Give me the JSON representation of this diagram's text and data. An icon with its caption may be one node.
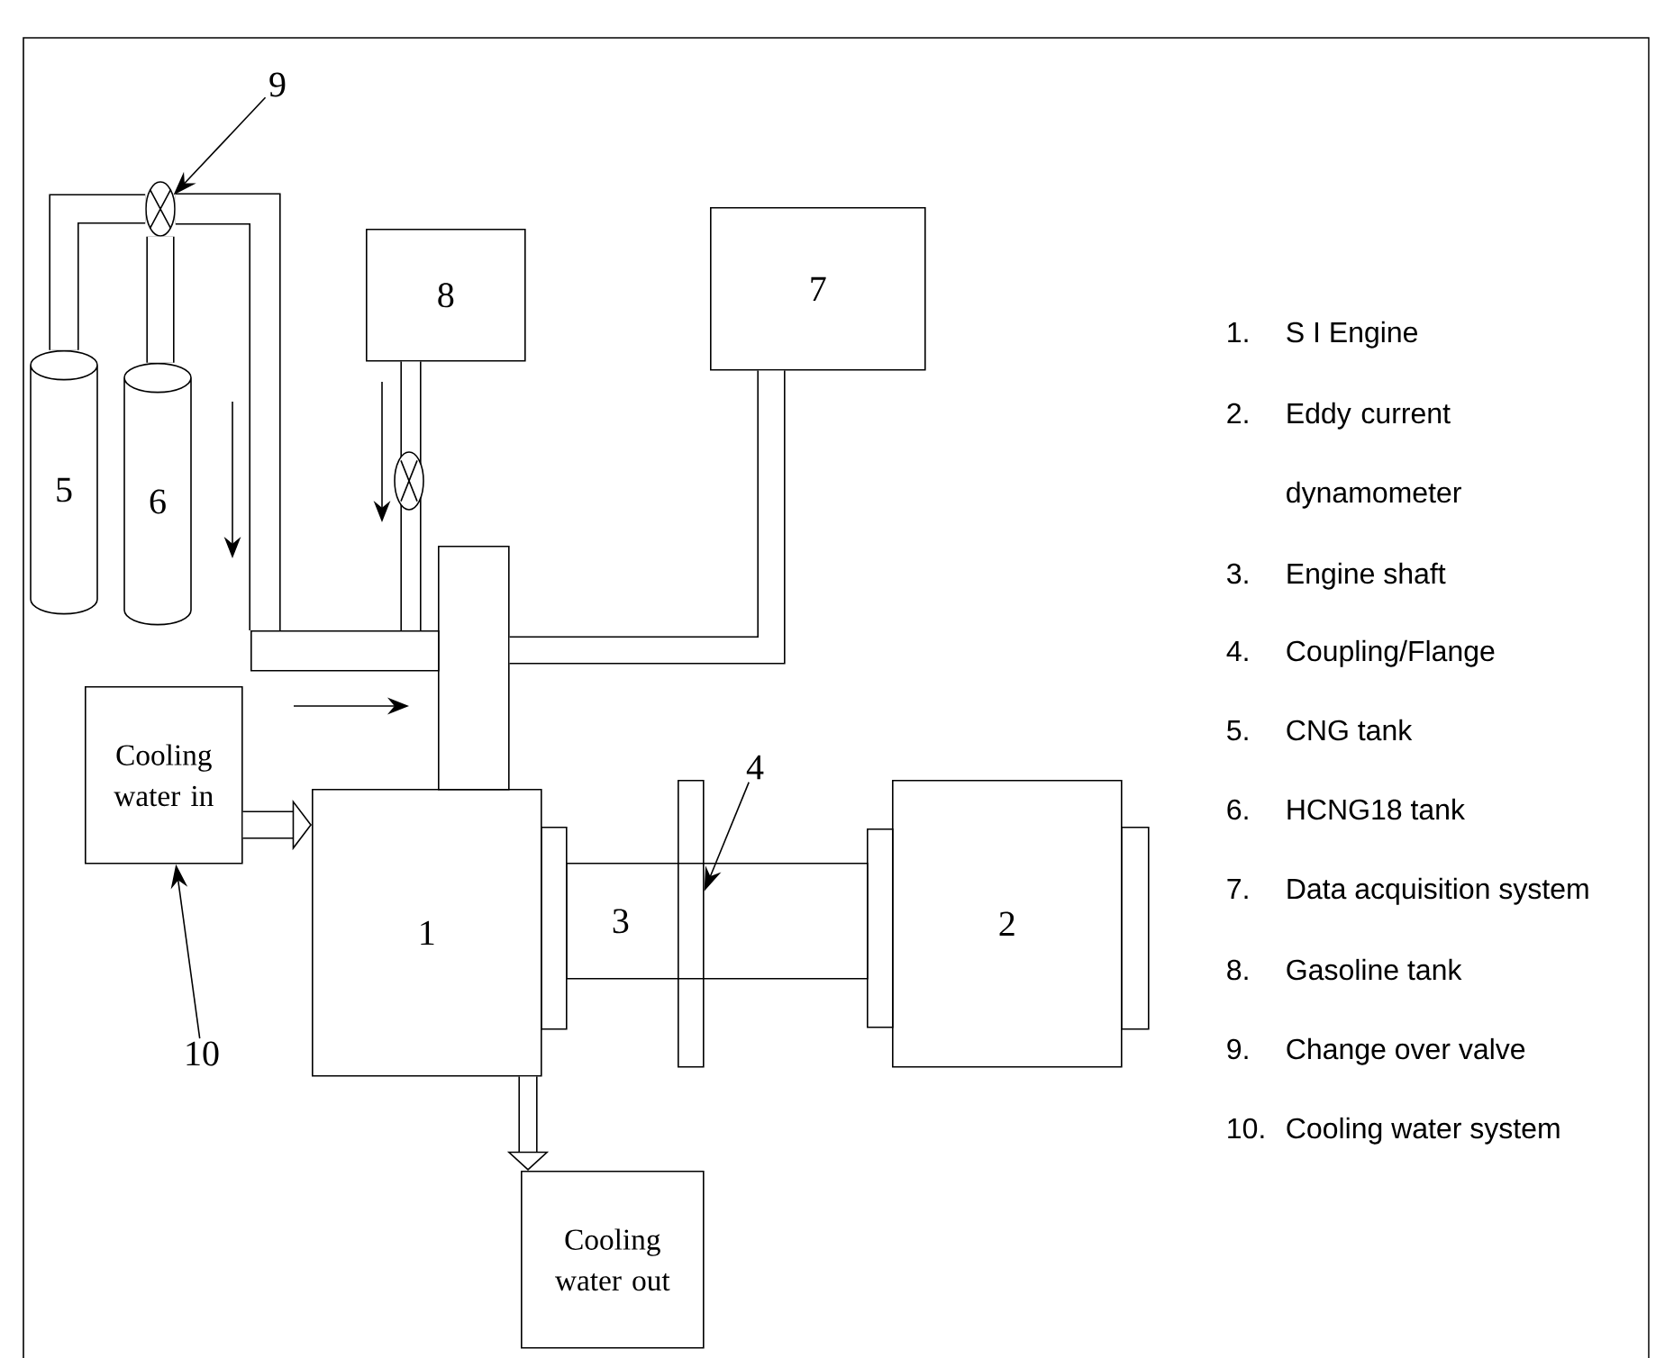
{
  "diagram": {
    "nodes": [
      {
        "text": [
          "8"
        ]
      },
      {
        "text": [
          "7"
        ]
      },
      {
        "text": [
          "5"
        ]
      },
      {
        "text": [
          "6"
        ]
      },
      {
        "text": [],
        "shape": "valve"
      },
      {
        "text": [
          "9"
        ]
      },
      {
        "text": [],
        "shape": "pipe"
      },
      {
        "text": [],
        "shape": "box"
      },
      {
        "text": [
          "Cooling water in"
        ]
      },
      {
        "text": [
          "1"
        ]
      },
      {
        "text": [
          "Cooling water out"
        ]
      },
      {
        "text": [
          "3"
        ]
      },
      {
        "text": [],
        "shape": "bar"
      },
      {
        "text": [
          "4"
        ]
      },
      {
        "text": [
          "2"
        ]
      },
      {
        "text": [
          "10"
        ]
      },
      {
        "text": [],
        "shape": "plate"
      },
      {
        "text": [],
        "shape": "plate"
      },
      {
        "text": [],
        "shape": "plate"
      }
    ],
    "edges": [
      {
        "from": 2,
        "to": 4,
        "arrow": "none"
      },
      {
        "from": 3,
        "to": 4,
        "arrow": "none"
      },
      {
        "from": 4,
        "to": 6,
        "arrow": "none"
      },
      {
        "from": 0,
        "to": 6,
        "arrow": "none"
      },
      {
        "from": 1,
        "to": 7,
        "arrow": "none"
      },
      {
        "from": 5,
        "to": 4,
        "arrow": "to"
      },
      {
        "from": 8,
        "to": 9,
        "arrow": "to"
      },
      {
        "from": 9,
        "to": 10,
        "arrow": "to"
      },
      {
        "from": 13,
        "to": 12,
        "arrow": "to"
      },
      {
        "from": 15,
        "to": 8,
        "arrow": "to"
      }
    ],
    "labels": [
      "1.",
      "S I Engine",
      "2.",
      "Eddy current dynamometer",
      "3.",
      "Engine shaft",
      "4.",
      "Coupling/Flange",
      "5.",
      "CNG tank",
      "6.",
      "HCNG18 tank",
      "7.",
      "Data acquisition system",
      "8.",
      "Gasoline tank",
      "9.",
      "Change over valve",
      "10.",
      "Cooling water system"
    ]
  }
}
